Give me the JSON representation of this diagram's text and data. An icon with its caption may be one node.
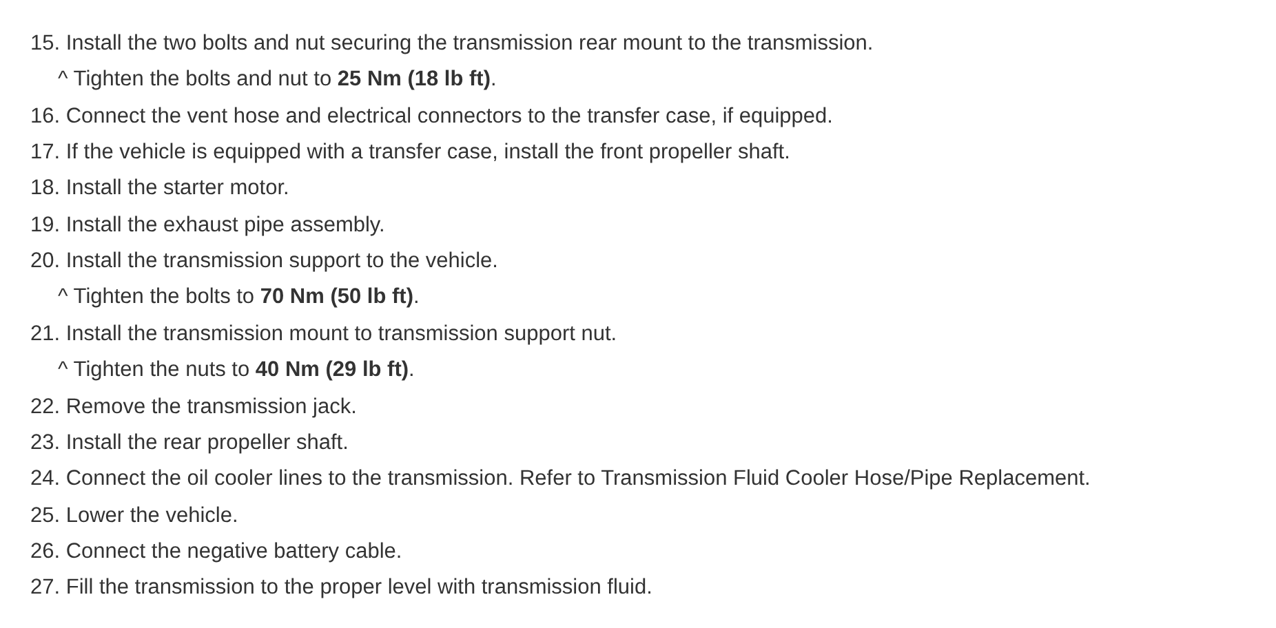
{
  "diagram": {
    "labels": [
      "15. Install the two bolts and nut securing the transmission rear mount to the transmission.",
      "^ Tighten the bolts and nut to **25 Nm (18 lb ft)**.",
      "16. Connect the vent hose and electrical connectors to the transfer case, if equipped.",
      "17. If the vehicle is equipped with a transfer case, install the front propeller shaft.",
      "18. Install the starter motor.",
      "19. Install the exhaust pipe assembly.",
      "20. Install the transmission support to the vehicle.",
      "^ Tighten the bolts to **70 Nm (50 lb ft)**.",
      "21. Install the transmission mount to transmission support nut.",
      "^ Tighten the nuts to **40 Nm (29 lb ft)**.",
      "22. Remove the transmission jack.",
      "23. Install the rear propeller shaft.",
      "24. Connect the oil cooler lines to the transmission. Refer to Transmission Fluid Cooler Hose/Pipe Replacement.",
      "25. Lower the vehicle.",
      "26. Connect the negative battery cable.",
      "27. Fill the transmission to the proper level with transmission fluid."
    ]
  }
}
